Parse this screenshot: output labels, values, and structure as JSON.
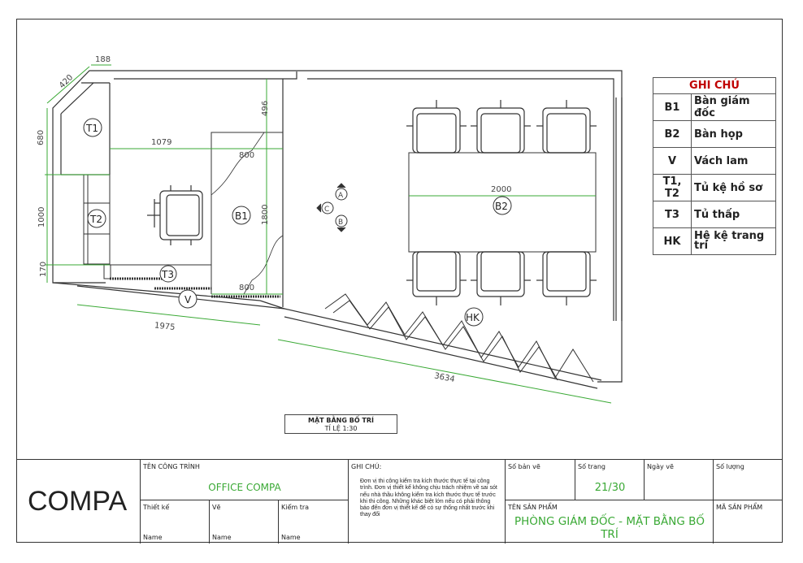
{
  "legend": {
    "title": "GHI CHÚ",
    "rows": [
      {
        "key": "B1",
        "value": "Bàn giám đốc"
      },
      {
        "key": "B2",
        "value": "Bàn họp"
      },
      {
        "key": "V",
        "value": "Vách lam"
      },
      {
        "key": "T1, T2",
        "value": "Tủ kệ hồ sơ"
      },
      {
        "key": "T3",
        "value": "Tủ thấp"
      },
      {
        "key": "HK",
        "value": "Hệ kệ trang trí"
      }
    ]
  },
  "plan": {
    "dims": {
      "d188": "188",
      "d420": "420",
      "d680": "680",
      "d1000": "1000",
      "d170": "170",
      "d1079": "1079",
      "d496": "496",
      "d800a": "800",
      "d1800": "1800",
      "d800b": "800",
      "d2000": "2000",
      "d1975": "1975",
      "d3634": "3634"
    },
    "tags": {
      "T1": "T1",
      "T2": "T2",
      "T3": "T3",
      "B1": "B1",
      "B2": "B2",
      "V": "V",
      "HK": "HK",
      "A": "A",
      "B": "B",
      "C": "C"
    },
    "title": "MẶT BẰNG BỐ TRÍ",
    "scale": "TỈ LỆ 1:30"
  },
  "titleblock": {
    "logo": "COMPA",
    "project_label": "TÊN CÔNG TRÌNH",
    "project_name": "OFFICE COMPA",
    "design_label": "Thiết kế",
    "draw_label": "Vẽ",
    "check_label": "Kiểm tra",
    "name1": "Name",
    "name2": "Name",
    "name3": "Name",
    "notes_label": "GHI CHÚ:",
    "notes_text": "Đơn vị thi công kiểm tra kích thước thực tế tại công trình. Đơn vị thiết kế không chịu trách nhiệm về sai sót nếu nhà thầu không kiểm tra kích thước thực tế trước khi thi công. Những khác biệt lớn nếu có phải thông báo đến đơn vị thiết kế để có sự thống nhất trước khi thay đổi",
    "drawing_no_label": "Số bản vẽ",
    "page_label": "Số trang",
    "page_value": "21/30",
    "date_label": "Ngày vẽ",
    "qty_label": "Số lượng",
    "product_label": "TÊN SẢN PHẨM",
    "product_name": "PHÒNG GIÁM ĐỐC - MẶT BẰNG BỐ TRÍ",
    "product_code_label": "MÃ SẢN PHẨM"
  }
}
